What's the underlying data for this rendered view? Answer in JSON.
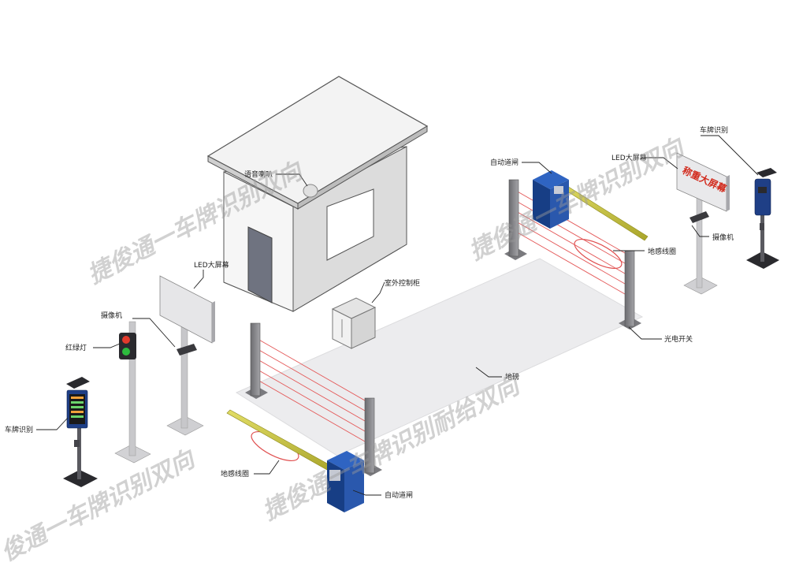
{
  "labels": {
    "speaker": "语音喇叭",
    "led_screen_left": "LED大屏幕",
    "camera_left": "摄像机",
    "traffic_light": "红绿灯",
    "plate_recognition_left": "车牌识别",
    "outdoor_cabinet": "室外控制柜",
    "loop_left": "地感线圈",
    "barrier_front": "自动道闸",
    "weighbridge": "地磅",
    "barrier_back": "自动道闸",
    "loop_right": "地感线圈",
    "photoelectric_switch": "光电开关",
    "led_screen_right": "LED大屏幕",
    "camera_right": "摄像机",
    "plate_recognition_right": "车牌识别"
  },
  "led_display_text": "称重大屏幕",
  "watermark_lines": [
    "捷俊通一车牌识别双向",
    "捷俊通一车牌识别耐给双向",
    "捷俊通一车牌识别双向",
    "俊通一车牌识别双向"
  ],
  "colors": {
    "barrier_blue": "#1f4fa3",
    "beam_red": "#e45858",
    "led_text_red": "#d22a1c",
    "arm_yellow": "#c9c43a"
  }
}
